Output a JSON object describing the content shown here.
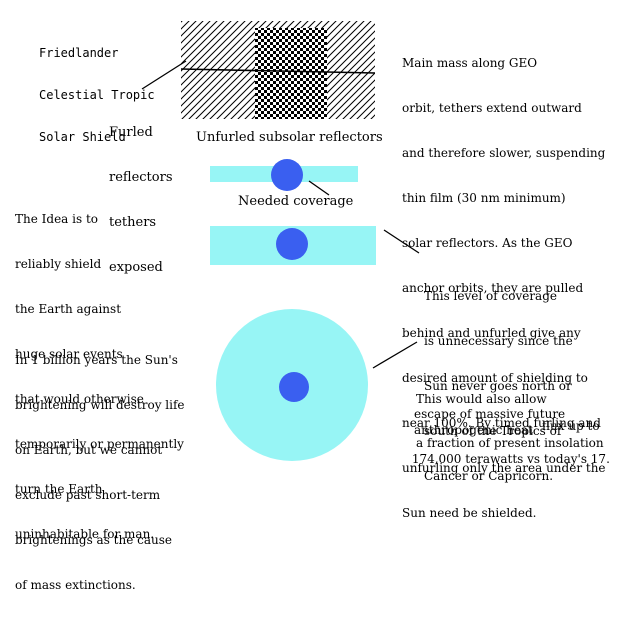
{
  "title_lines": [
    "Friedlander",
    "Celestial Tropic",
    "Solar Shield"
  ],
  "furled_label": [
    "Furled",
    "reflectors",
    "tethers",
    "exposed"
  ],
  "unfurled_label": "Unfurled subsolar reflectors",
  "needed_coverage_label": "Needed coverage",
  "main_description": [
    "Main mass along GEO",
    "orbit, tethers extend outward",
    "and therefore slower, suspending",
    "thin film (30 nm minimum)",
    "solar reflectors. As the GEO",
    "anchor orbits, they are pulled",
    "behind and unfurled give any",
    "desired amount of shielding to",
    "near 100%. By timed furling and",
    "unfurling only the area under the",
    "Sun need be shielded."
  ],
  "idea_text": [
    "The Idea is to",
    "reliably shield",
    "the Earth against",
    "huge solar events",
    "that would otherwise",
    "temporarily or permanently",
    "turn the Earth",
    "uninhabitable for man."
  ],
  "billion_years_text": [
    "In 1 billion years the Sun's",
    "brightening will destroy life",
    "on Earth, but we cannot",
    "exclude past short-term",
    "brightenings as the cause",
    "of mass extinctions."
  ],
  "coverage_unnecessary_text": [
    "This level of coverage",
    "is unnecessary since the",
    "Sun never goes north or",
    "south of the Tropics of",
    "Cancer or Capricorn."
  ],
  "heat_escape_text": {
    "line1": "This would also allow",
    "line2a": "escape of massive future",
    "line3a": "anthropogenic heat",
    "line3b": "flux up to",
    "line4": "a fraction of present insolation",
    "line5": " 174,000 terawatts vs today's 17."
  },
  "colors": {
    "earth_blue": "#3a5ff0",
    "shield_cyan": "#97f5f5",
    "ink": "#000000"
  }
}
